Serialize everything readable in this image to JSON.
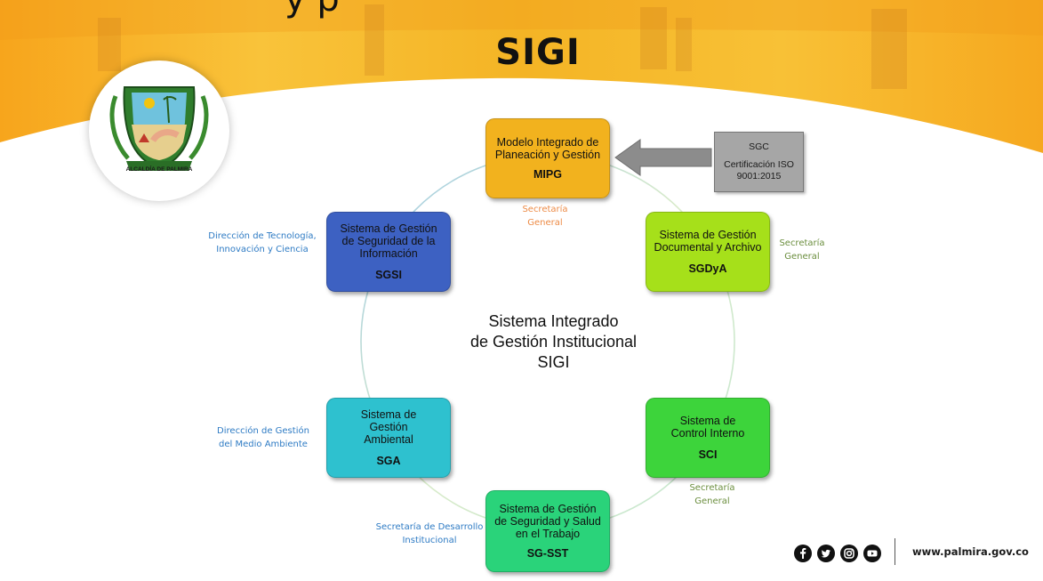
{
  "header": {
    "title": "SIGI",
    "cutoff_text": "y p"
  },
  "logo": {
    "caption": "ALCALDÍA DE PALMIRA"
  },
  "center": {
    "line1": "Sistema Integrado",
    "line2": "de Gestión Institucional",
    "line3": "SIGI"
  },
  "nodes": [
    {
      "id": "mipg",
      "label": "Modelo Integrado de Planeación y Gestión",
      "abbr": "MIPG",
      "color": "#f2b21e",
      "responsible": "Secretaría General",
      "responsible_color": "#ed8b46"
    },
    {
      "id": "sgdya",
      "label": "Sistema de Gestión Documental y Archivo",
      "abbr": "SGDyA",
      "color": "#a6e01a",
      "responsible": "Secretaría General",
      "responsible_color": "#6b8e3e"
    },
    {
      "id": "sci",
      "label": "Sistema de Control Interno",
      "abbr": "SCI",
      "color": "#3dd43b",
      "responsible": "Secretaría General",
      "responsible_color": "#6b8e3e"
    },
    {
      "id": "sgsst",
      "label": "Sistema de Gestión de Seguridad y Salud en el Trabajo",
      "abbr": "SG-SST",
      "color": "#2ad37a",
      "responsible": "Secretaría de Desarrollo Institucional",
      "responsible_color": "#2e7bc4"
    },
    {
      "id": "sga",
      "label": "Sistema de Gestión Ambiental",
      "abbr": "SGA",
      "color": "#2ec1cf",
      "responsible": "Dirección de Gestión del Medio Ambiente",
      "responsible_color": "#2e7bc4"
    },
    {
      "id": "sgsi",
      "label": "Sistema de Gestión de Seguridad de la Información",
      "abbr": "SGSI",
      "color": "#3d61c2",
      "responsible": "Dirección de Tecnología, Innovación y Ciencia",
      "responsible_color": "#2e7bc4"
    }
  ],
  "sgc": {
    "line1": "SGC",
    "line2": "Certificación ISO 9001:2015"
  },
  "footer": {
    "social_icons": [
      "facebook-icon",
      "twitter-icon",
      "instagram-icon",
      "youtube-icon"
    ],
    "url": "www.palmira.gov.co"
  }
}
